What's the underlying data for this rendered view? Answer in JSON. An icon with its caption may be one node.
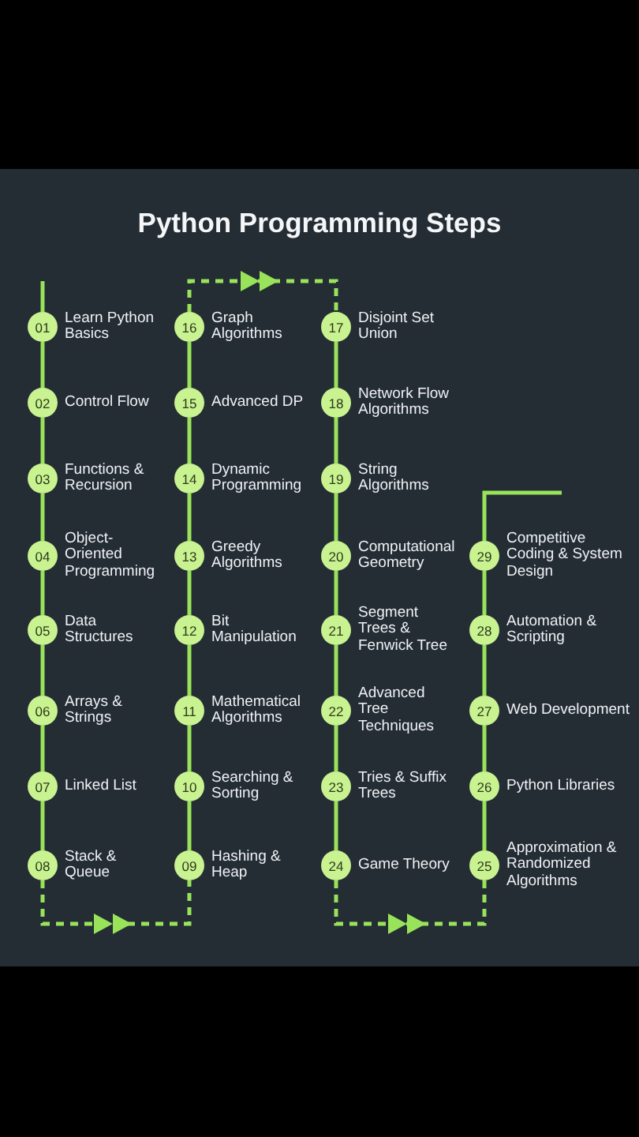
{
  "diagram": {
    "title": "Python Programming Steps",
    "nodes": [
      {
        "text": [
          "01"
        ],
        "beside": [
          "Learn Python Basics"
        ]
      },
      {
        "text": [
          "02"
        ],
        "beside": [
          "Control Flow"
        ]
      },
      {
        "text": [
          "03"
        ],
        "beside": [
          "Functions & Recursion"
        ]
      },
      {
        "text": [
          "04"
        ],
        "beside": [
          "Object-Oriented Programming"
        ]
      },
      {
        "text": [
          "05"
        ],
        "beside": [
          "Data Structures"
        ]
      },
      {
        "text": [
          "06"
        ],
        "beside": [
          "Arrays & Strings"
        ]
      },
      {
        "text": [
          "07"
        ],
        "beside": [
          "Linked List"
        ]
      },
      {
        "text": [
          "08"
        ],
        "beside": [
          "Stack & Queue"
        ]
      },
      {
        "text": [
          "09"
        ],
        "beside": [
          "Hashing & Heap"
        ]
      },
      {
        "text": [
          "10"
        ],
        "beside": [
          "Searching & Sorting"
        ]
      },
      {
        "text": [
          "11"
        ],
        "beside": [
          "Mathematical Algorithms"
        ]
      },
      {
        "text": [
          "12"
        ],
        "beside": [
          "Bit Manipulation"
        ]
      },
      {
        "text": [
          "13"
        ],
        "beside": [
          "Greedy Algorithms"
        ]
      },
      {
        "text": [
          "14"
        ],
        "beside": [
          "Dynamic Programming"
        ]
      },
      {
        "text": [
          "15"
        ],
        "beside": [
          "Advanced DP"
        ]
      },
      {
        "text": [
          "16"
        ],
        "beside": [
          "Graph Algorithms"
        ]
      },
      {
        "text": [
          "17"
        ],
        "beside": [
          "Disjoint Set Union"
        ]
      },
      {
        "text": [
          "18"
        ],
        "beside": [
          "Network Flow Algorithms"
        ]
      },
      {
        "text": [
          "19"
        ],
        "beside": [
          "String Algorithms"
        ]
      },
      {
        "text": [
          "20"
        ],
        "beside": [
          "Computational Geometry"
        ]
      },
      {
        "text": [
          "21"
        ],
        "beside": [
          "Segment Trees & Fenwick Tree"
        ]
      },
      {
        "text": [
          "22"
        ],
        "beside": [
          "Advanced Tree Techniques"
        ]
      },
      {
        "text": [
          "23"
        ],
        "beside": [
          "Tries & Suffix Trees"
        ]
      },
      {
        "text": [
          "24"
        ],
        "beside": [
          "Game Theory"
        ]
      },
      {
        "text": [
          "25"
        ],
        "beside": [
          "Approximation & Randomized Algorithms"
        ]
      },
      {
        "text": [
          "26"
        ],
        "beside": [
          "Python Libraries"
        ]
      },
      {
        "text": [
          "27"
        ],
        "beside": [
          "Web Development"
        ]
      },
      {
        "text": [
          "28"
        ],
        "beside": [
          "Automation & Scripting"
        ]
      },
      {
        "text": [
          "29"
        ],
        "beside": [
          "Competitive Coding & System Design"
        ]
      }
    ],
    "edges": [
      {
        "from": null,
        "to": 0,
        "arrow": "none"
      },
      {
        "from": 0,
        "to": 1,
        "arrow": "none"
      },
      {
        "from": 1,
        "to": 2,
        "arrow": "none"
      },
      {
        "from": 2,
        "to": 3,
        "arrow": "none"
      },
      {
        "from": 3,
        "to": 4,
        "arrow": "none"
      },
      {
        "from": 4,
        "to": 5,
        "arrow": "none"
      },
      {
        "from": 5,
        "to": 6,
        "arrow": "none"
      },
      {
        "from": 6,
        "to": 7,
        "arrow": "none"
      },
      {
        "from": 7,
        "to": 8,
        "arrow": "to",
        "style": "dashed"
      },
      {
        "from": 8,
        "to": 9,
        "arrow": "none"
      },
      {
        "from": 9,
        "to": 10,
        "arrow": "none"
      },
      {
        "from": 10,
        "to": 11,
        "arrow": "none"
      },
      {
        "from": 11,
        "to": 12,
        "arrow": "none"
      },
      {
        "from": 12,
        "to": 13,
        "arrow": "none"
      },
      {
        "from": 13,
        "to": 14,
        "arrow": "none"
      },
      {
        "from": 14,
        "to": 15,
        "arrow": "none"
      },
      {
        "from": 15,
        "to": 16,
        "arrow": "to",
        "style": "dashed"
      },
      {
        "from": 16,
        "to": 17,
        "arrow": "none"
      },
      {
        "from": 17,
        "to": 18,
        "arrow": "none"
      },
      {
        "from": 18,
        "to": 19,
        "arrow": "none"
      },
      {
        "from": 19,
        "to": 20,
        "arrow": "none"
      },
      {
        "from": 20,
        "to": 21,
        "arrow": "none"
      },
      {
        "from": 21,
        "to": 22,
        "arrow": "none"
      },
      {
        "from": 22,
        "to": 23,
        "arrow": "none"
      },
      {
        "from": 23,
        "to": 24,
        "arrow": "to",
        "style": "dashed"
      },
      {
        "from": 24,
        "to": 25,
        "arrow": "none"
      },
      {
        "from": 25,
        "to": 26,
        "arrow": "none"
      },
      {
        "from": 26,
        "to": 27,
        "arrow": "none"
      },
      {
        "from": 27,
        "to": 28,
        "arrow": "none"
      },
      {
        "from": 28,
        "to": null,
        "arrow": "none"
      }
    ]
  }
}
